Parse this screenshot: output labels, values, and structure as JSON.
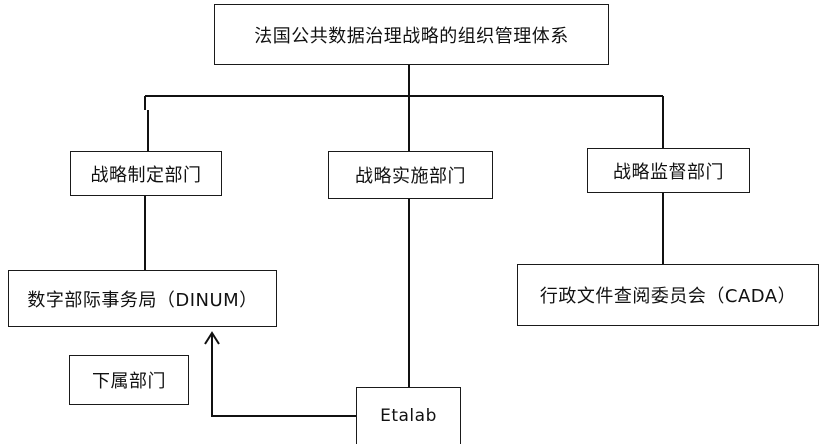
{
  "diagram": {
    "root": "法国公共数据治理战略的组织管理体系",
    "branches": {
      "formulation": "战略制定部门",
      "implementation": "战略实施部门",
      "supervision": "战略监督部门"
    },
    "formulation_child": "数字部际事务局（DINUM）",
    "supervision_child": "行政文件查阅委员会（CADA）",
    "subordinate_label": "下属部门",
    "implementation_child": "Etalab"
  }
}
